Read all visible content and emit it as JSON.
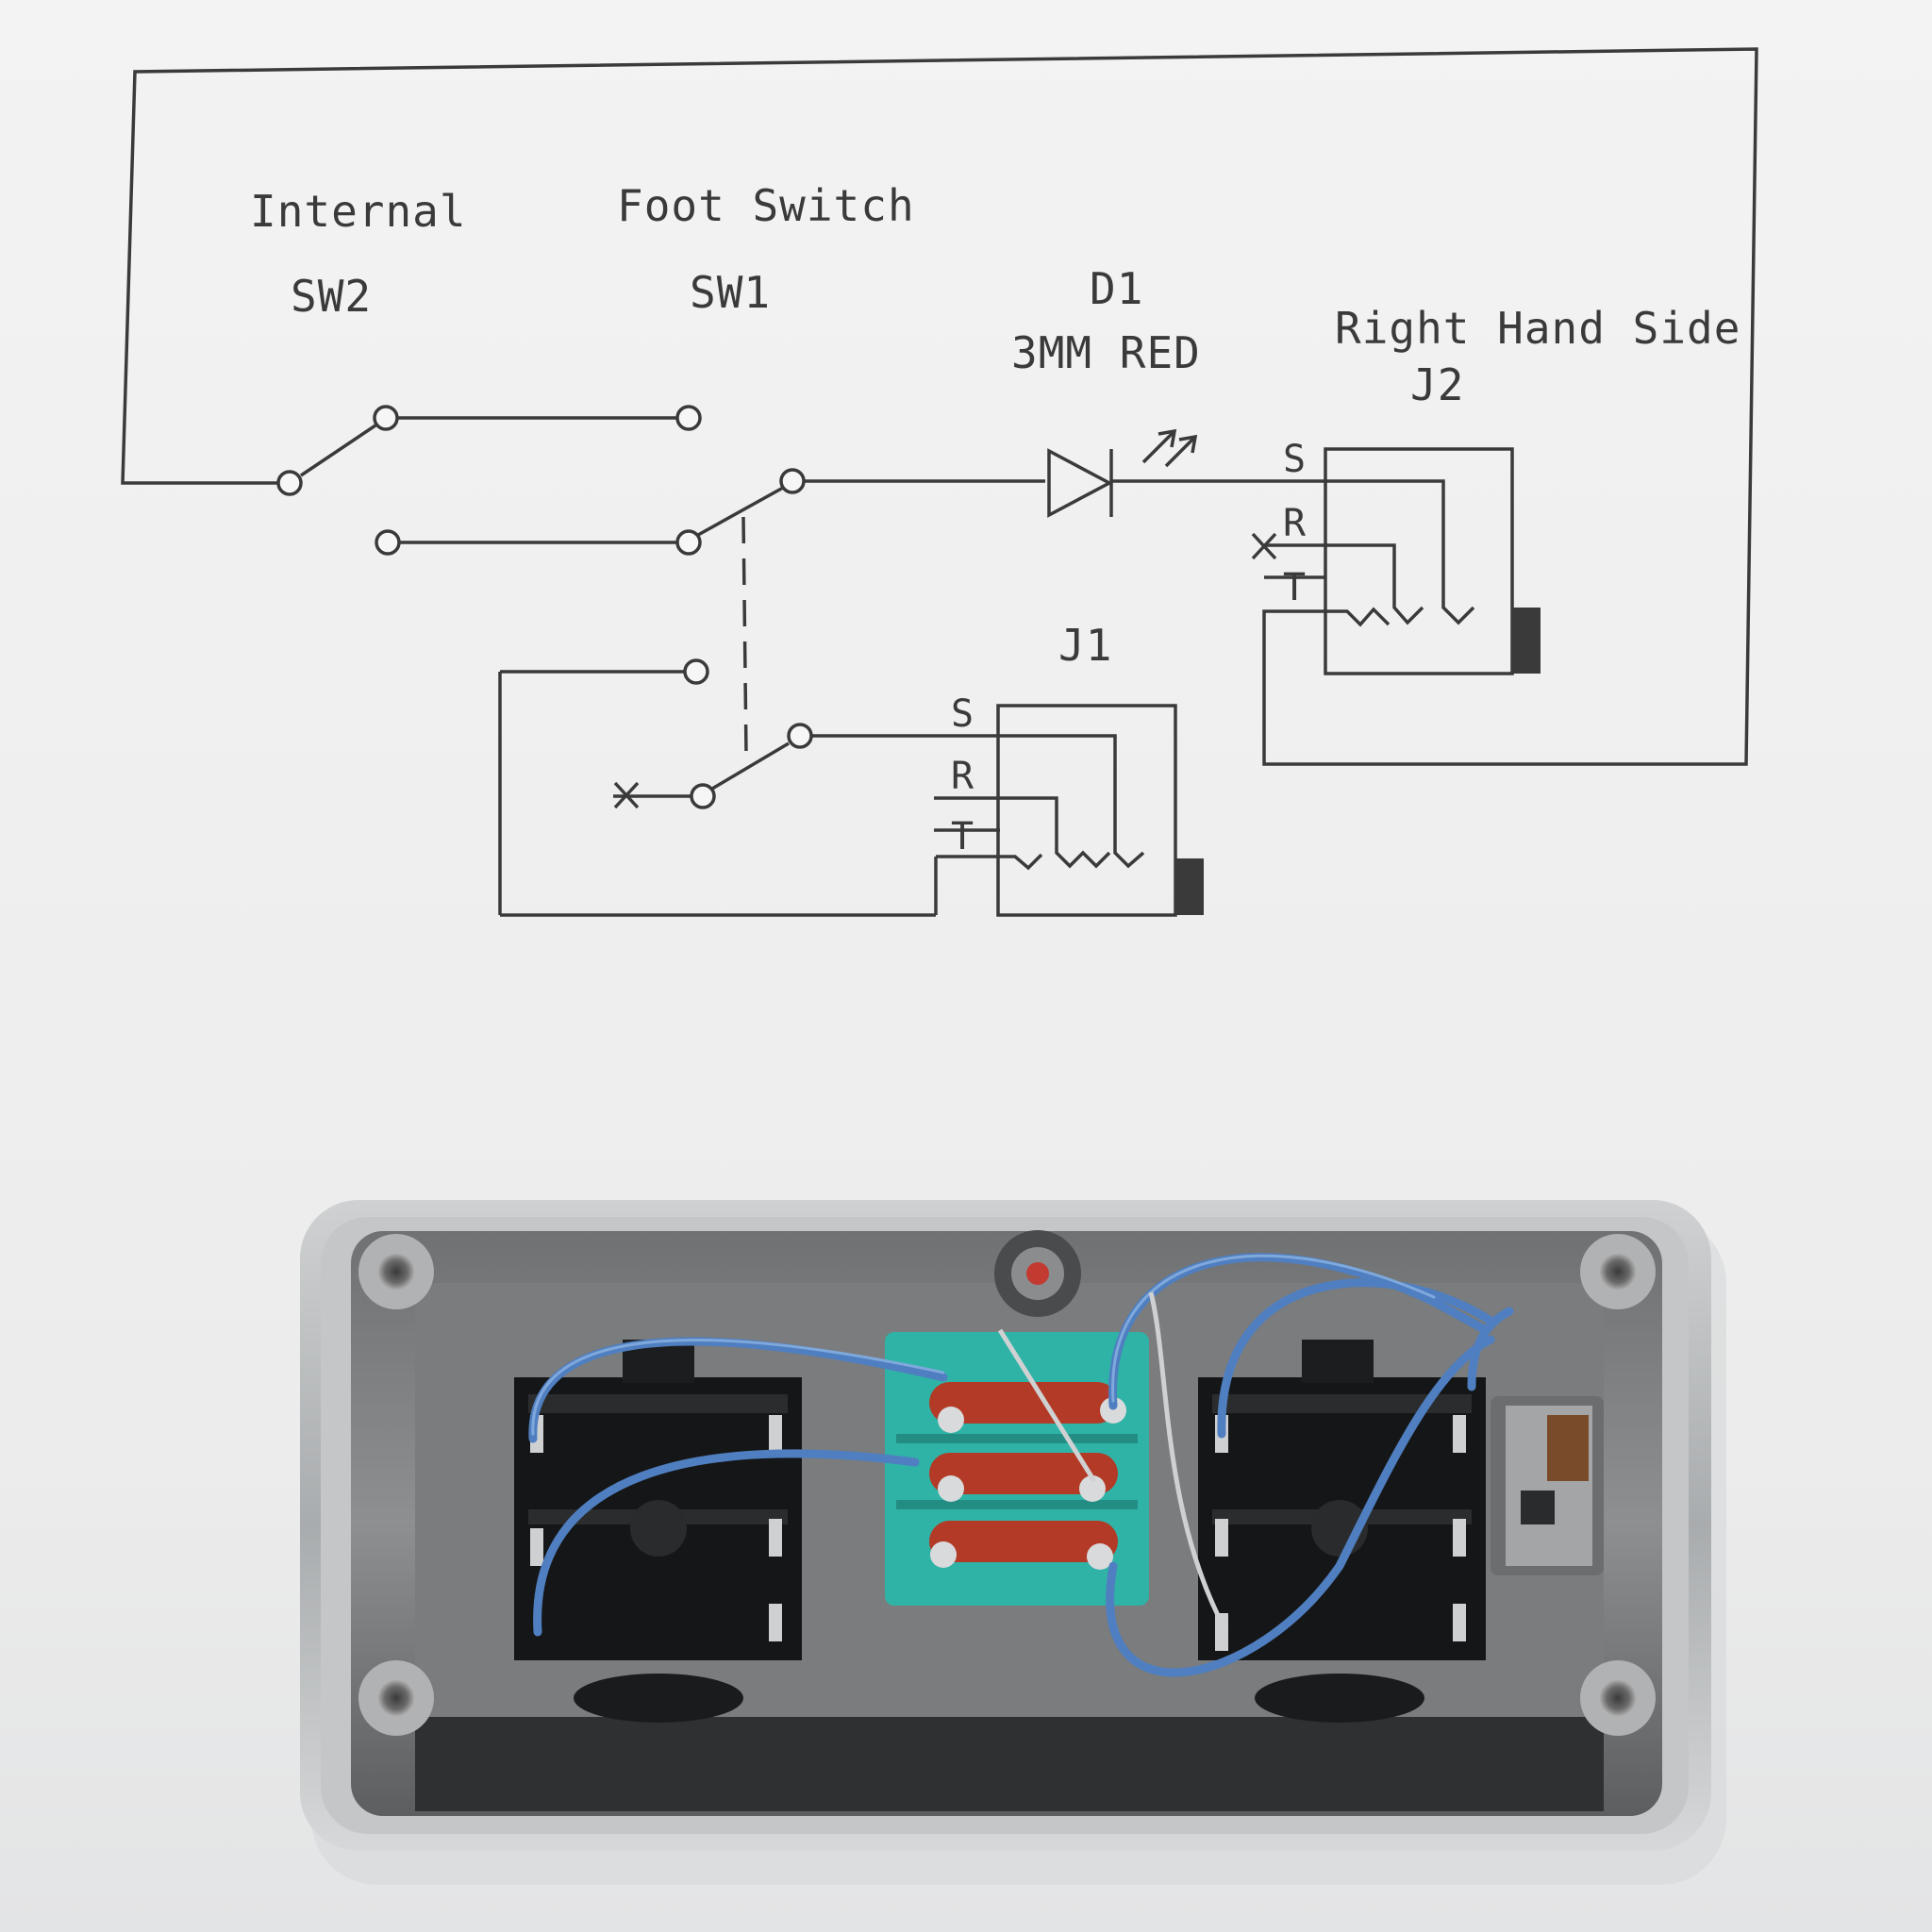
{
  "schematic": {
    "labels": {
      "internal": "Internal",
      "sw2": "SW2",
      "foot_switch": "Foot Switch",
      "sw1": "SW1",
      "d1": "D1",
      "d1_value": "3MM RED",
      "right_hand_side": "Right Hand Side",
      "j2": "J2",
      "j1": "J1"
    },
    "jack_pins": {
      "j1": [
        "S",
        "R",
        "T"
      ],
      "j2": [
        "S",
        "R",
        "T"
      ]
    }
  },
  "colors": {
    "paper": "#f4f4f4",
    "ink": "#3a3a3a",
    "wire_blue": "#4f7fc0",
    "capacitor_red": "#b23a26",
    "terminal_teal": "#2fb3a6",
    "enclosure_metal": "#b9bcbe"
  }
}
